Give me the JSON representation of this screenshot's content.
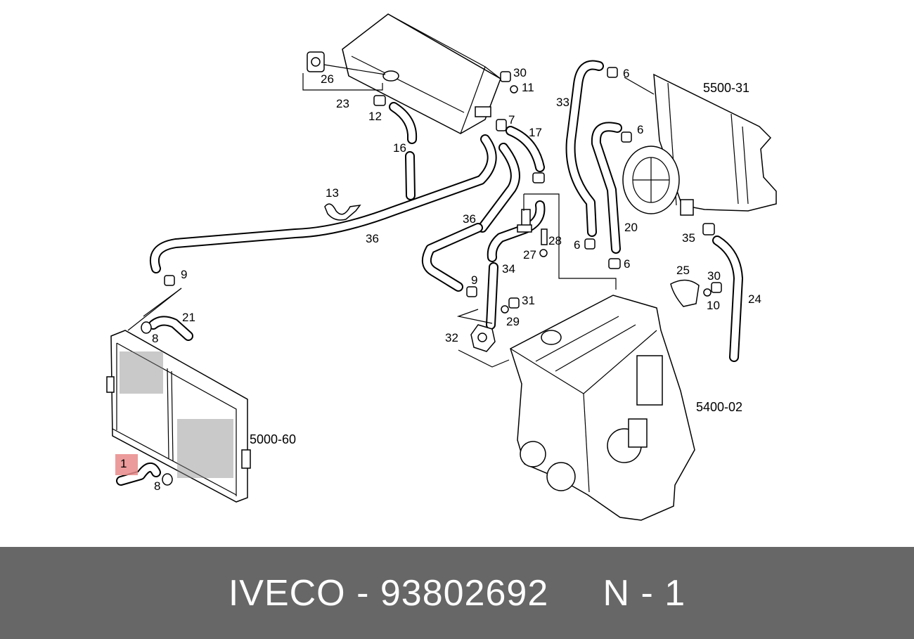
{
  "caption": {
    "brand": "IVECO",
    "separator": "-",
    "part_number": "93802692",
    "position_label": "N - 1"
  },
  "highlight_color": "#e88a8a",
  "caption_bg_color": "#676767",
  "diagram": {
    "assemblies": [
      {
        "id": "5500-31",
        "label": "5500-31"
      },
      {
        "id": "5400-02",
        "label": "5400-02"
      },
      {
        "id": "5000-60",
        "label": "5000-60"
      }
    ],
    "callouts": [
      "1",
      "6",
      "6",
      "6",
      "6",
      "7",
      "8",
      "8",
      "9",
      "9",
      "10",
      "11",
      "12",
      "13",
      "16",
      "17",
      "20",
      "21",
      "23",
      "24",
      "25",
      "26",
      "27",
      "28",
      "29",
      "30",
      "30",
      "31",
      "32",
      "33",
      "34",
      "35",
      "36",
      "36"
    ],
    "highlighted_callout": "1"
  }
}
